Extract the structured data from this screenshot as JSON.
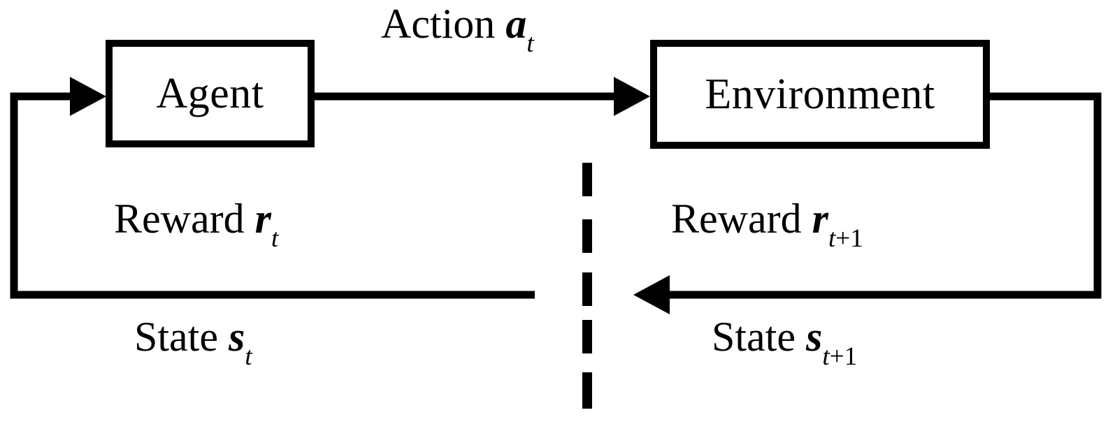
{
  "diagram": {
    "title": "Reinforcement learning agent-environment interaction loop",
    "type": "cycle-diagram",
    "background_color": "#ffffff",
    "stroke_color": "#000000",
    "nodes": [
      {
        "id": "agent",
        "label": "Agent"
      },
      {
        "id": "environment",
        "label": "Environment"
      }
    ],
    "edges": [
      {
        "id": "action",
        "from": "agent",
        "to": "environment",
        "label_text": "Action",
        "symbol": "a",
        "subscript": "t",
        "subscript_suffix": "",
        "direction": "right"
      },
      {
        "id": "reward-left",
        "from": "divider",
        "to": "agent",
        "label_text": "Reward",
        "symbol": "r",
        "subscript": "t",
        "subscript_suffix": "",
        "direction": "left"
      },
      {
        "id": "reward-right",
        "from": "environment",
        "to": "divider",
        "label_text": "Reward",
        "symbol": "r",
        "subscript": "t",
        "subscript_suffix": "+1",
        "direction": "left"
      },
      {
        "id": "state-left",
        "from": "divider",
        "to": "agent",
        "label_text": "State",
        "symbol": "s",
        "subscript": "t",
        "subscript_suffix": "",
        "direction": "left"
      },
      {
        "id": "state-right",
        "from": "environment",
        "to": "divider",
        "label_text": "State",
        "symbol": "s",
        "subscript": "t",
        "subscript_suffix": "+1",
        "direction": "left"
      }
    ],
    "divider": {
      "id": "time-step-divider",
      "style": "dashed-vertical",
      "dash_count": 5
    }
  }
}
